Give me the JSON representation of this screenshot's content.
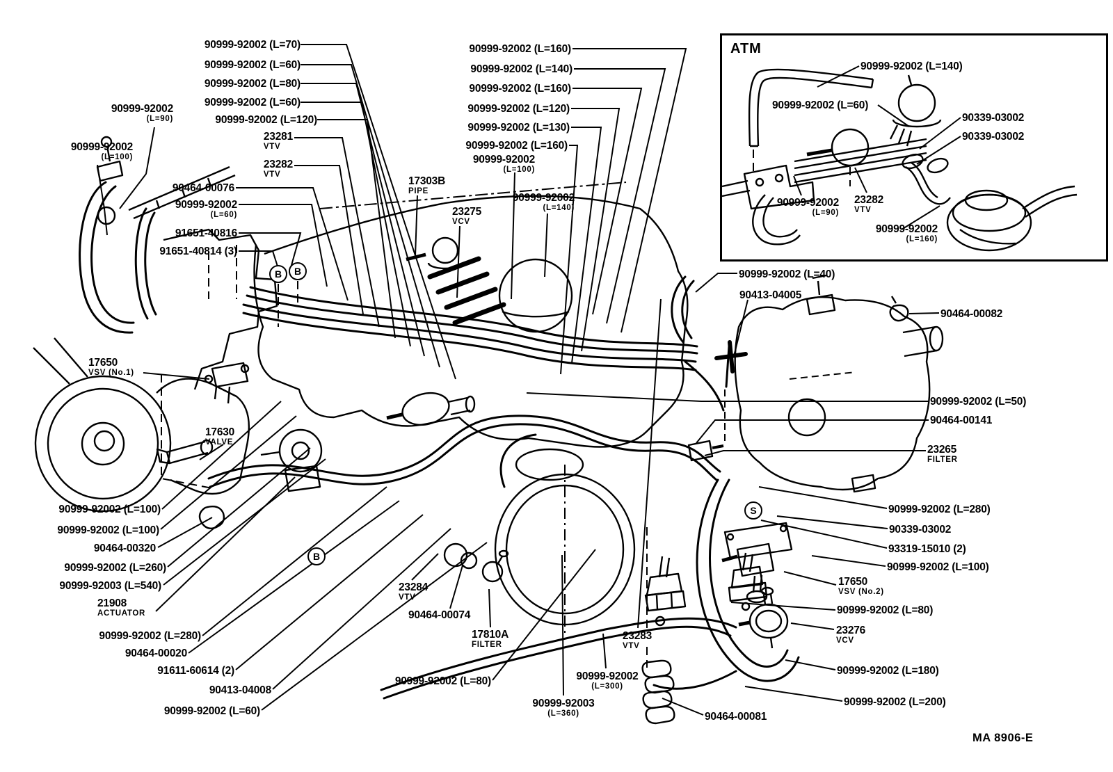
{
  "page": {
    "background": "#ffffff",
    "ink": "#000000",
    "type": "vacuum-piping-parts-diagram"
  },
  "inset": {
    "title": "ATM"
  },
  "footer": {
    "code": "MA 8906-E"
  },
  "markers": [
    {
      "t": "B"
    },
    {
      "t": "B"
    },
    {
      "t": "B"
    },
    {
      "t": "S"
    }
  ],
  "labels": [
    {
      "line1": "90999-92002 (L=70)"
    },
    {
      "line1": "90999-92002 (L=60)"
    },
    {
      "line1": "90999-92002 (L=80)"
    },
    {
      "line1": "90999-92002 (L=60)"
    },
    {
      "line1": "90999-92002 (L=120)"
    },
    {
      "line1": "23281",
      "line2": "VTV"
    },
    {
      "line1": "23282",
      "line2": "VTV"
    },
    {
      "line1": "90464-00076"
    },
    {
      "line1": "90999-92002",
      "line2": "(L=60)"
    },
    {
      "line1": "91651-40816"
    },
    {
      "line1": "91651-40814 (3)"
    },
    {
      "line1": "90999-92002",
      "line2": "(L=90)"
    },
    {
      "line1": "90999-92002",
      "line2": "(L=100)"
    },
    {
      "line1": "90999-92002 (L=160)"
    },
    {
      "line1": "90999-92002 (L=140)"
    },
    {
      "line1": "90999-92002 (L=160)"
    },
    {
      "line1": "90999-92002 (L=120)"
    },
    {
      "line1": "90999-92002 (L=130)"
    },
    {
      "line1": "90999-92002 (L=160)"
    },
    {
      "line1": "90999-92002",
      "line2": "(L=100)"
    },
    {
      "line1": "17303B",
      "line2": "PIPE"
    },
    {
      "line1": "23275",
      "line2": "VCV"
    },
    {
      "line1": "90999-92002",
      "line2": "(L=140)"
    },
    {
      "line1": "90999-92002 (L=140)"
    },
    {
      "line1": "90999-92002 (L=60)"
    },
    {
      "line1": "90339-03002"
    },
    {
      "line1": "90339-03002"
    },
    {
      "line1": "90999-92002",
      "line2": "(L=90)"
    },
    {
      "line1": "23282",
      "line2": "VTV"
    },
    {
      "line1": "90999-92002",
      "line2": "(L=160)"
    },
    {
      "line1": "90999-92002 (L=40)"
    },
    {
      "line1": "90413-04005"
    },
    {
      "line1": "90464-00082"
    },
    {
      "line1": "90999-92002 (L=50)"
    },
    {
      "line1": "90464-00141"
    },
    {
      "line1": "23265",
      "line2": "FILTER"
    },
    {
      "line1": "90999-92002 (L=280)"
    },
    {
      "line1": "90339-03002"
    },
    {
      "line1": "93319-15010 (2)"
    },
    {
      "line1": "90999-92002 (L=100)"
    },
    {
      "line1": "17650",
      "line2": "VSV (No.2)"
    },
    {
      "line1": "90999-92002 (L=80)"
    },
    {
      "line1": "23276",
      "line2": "VCV"
    },
    {
      "line1": "90999-92002 (L=180)"
    },
    {
      "line1": "90999-92002 (L=200)"
    },
    {
      "line1": "17650",
      "line2": "VSV (No.1)"
    },
    {
      "line1": "17630",
      "line2": "VALVE"
    },
    {
      "line1": "90999-92002 (L=100)"
    },
    {
      "line1": "90999-92002 (L=100)"
    },
    {
      "line1": "90464-00320"
    },
    {
      "line1": "90999-92002 (L=260)"
    },
    {
      "line1": "90999-92003 (L=540)"
    },
    {
      "line1": "21908",
      "line2": "ACTUATOR"
    },
    {
      "line1": "90999-92002 (L=280)"
    },
    {
      "line1": "90464-00020"
    },
    {
      "line1": "91611-60614 (2)"
    },
    {
      "line1": "90413-04008"
    },
    {
      "line1": "90999-92002 (L=60)"
    },
    {
      "line1": "23284",
      "line2": "VTV"
    },
    {
      "line1": "90464-00074"
    },
    {
      "line1": "17810A",
      "line2": "FILTER"
    },
    {
      "line1": "90999-92002 (L=80)"
    },
    {
      "line1": "90999-92003",
      "line2": "(L=360)"
    },
    {
      "line1": "90999-92002",
      "line2": "(L=300)"
    },
    {
      "line1": "23283",
      "line2": "VTV"
    },
    {
      "line1": "90464-00081"
    }
  ]
}
